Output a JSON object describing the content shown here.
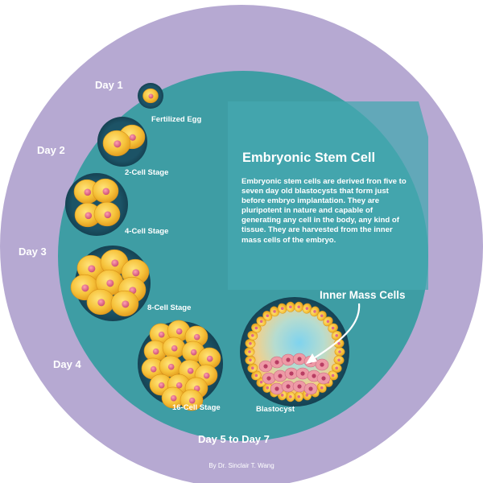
{
  "diagram": {
    "title": "Embryonic Stem Cell",
    "description": "Embryonic stem cells are derived fron five to seven day old blastocysts that form just before embryo implantation. They are pluripotent in nature and capable of generating any cell in the body, any kind of tissue.  They are harvested from the inner mass cells of the embryo.",
    "days": [
      "Day 1",
      "Day 2",
      "Day 3",
      "Day 4",
      "Day 5 to Day 7"
    ],
    "stages": [
      "Fertilized Egg",
      "2-Cell Stage",
      "4-Cell Stage",
      "8-Cell Stage",
      "16-Cell Stage",
      "Blastocyst"
    ],
    "callout": "Inner Mass Cells",
    "credit": "By Dr. Sinclair T. Wang"
  },
  "colors": {
    "outer_ring": "#b6a9d2",
    "inner_disc": "#3e9da4",
    "panel": "#46aab2",
    "cell_halo": "#1f5568",
    "cell_fill": "#f4bc32",
    "nucleus": "#e06a8a",
    "label_text": "#ffffff"
  }
}
